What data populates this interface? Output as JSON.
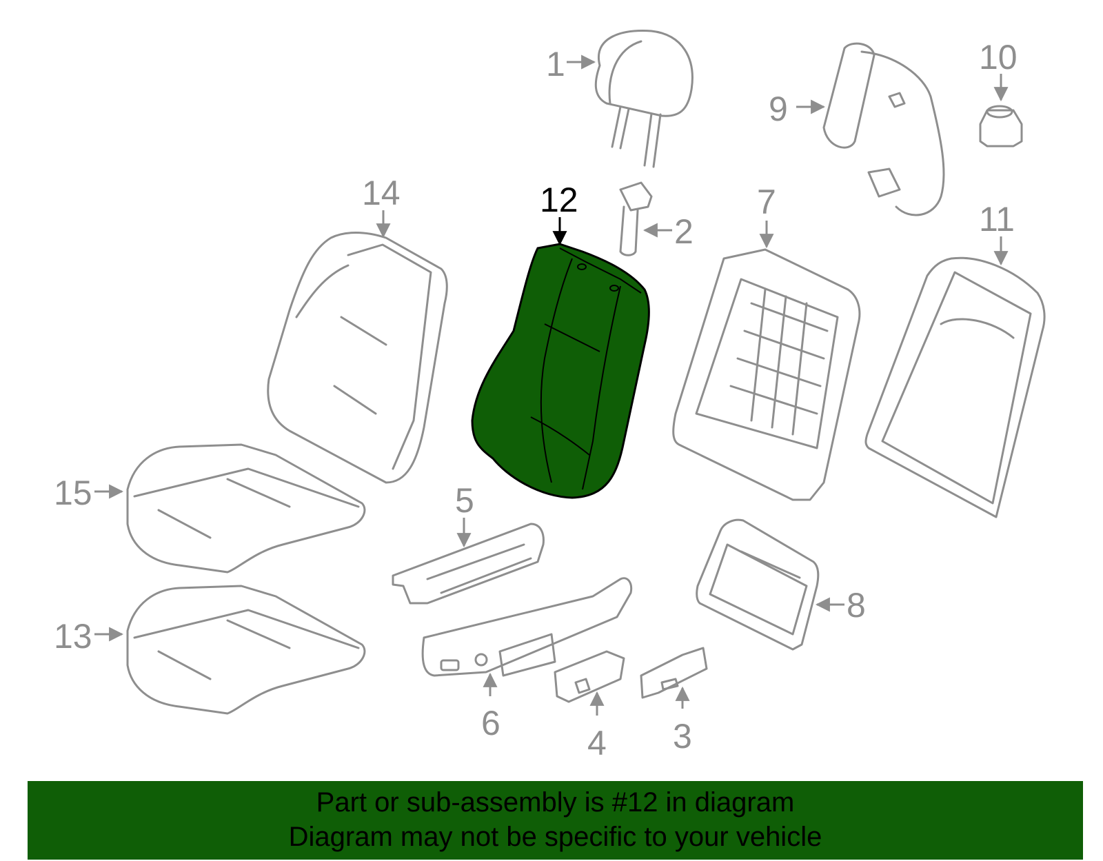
{
  "diagram": {
    "highlight_color": "#0f5e06",
    "part_color": "#8e8e8e",
    "highlighted_part": "12",
    "callouts": [
      "1",
      "2",
      "3",
      "4",
      "5",
      "6",
      "7",
      "8",
      "9",
      "10",
      "11",
      "12",
      "13",
      "14",
      "15"
    ]
  },
  "banner": {
    "line1": "Part or sub-assembly is #12 in diagram",
    "line2": "Diagram may not be specific to your vehicle",
    "background": "#0f5e06"
  }
}
